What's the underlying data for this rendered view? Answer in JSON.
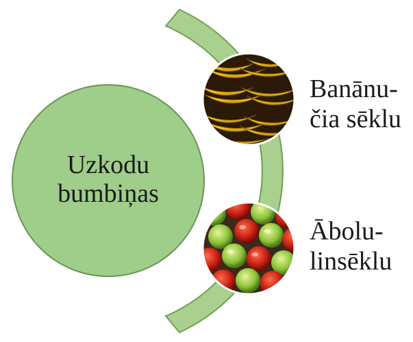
{
  "center": {
    "line1": "Uzkodu",
    "line2": "bumbiņas"
  },
  "items": [
    {
      "line1": "Banānu-",
      "line2": "čia sēklu",
      "image_icon": "bananas-photo-icon"
    },
    {
      "line1": "Ābolu-",
      "line2": "linsēklu",
      "image_icon": "apples-photo-icon"
    }
  ],
  "colors": {
    "arc_fill": "#a9d08e",
    "arc_stroke": "#6f9f55",
    "circle_fill": "#9fcd8a",
    "circle_stroke": "#6a9454",
    "text": "#1a1a1a"
  }
}
